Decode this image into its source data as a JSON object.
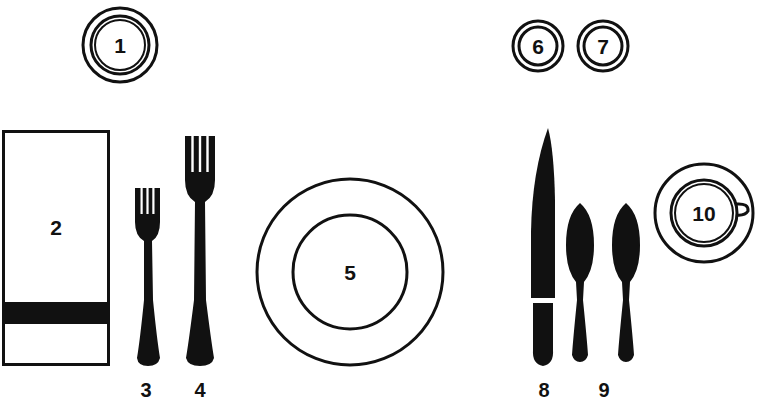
{
  "diagram": {
    "nodes": [
      {
        "text": [
          "1"
        ]
      },
      {
        "text": [
          "6"
        ]
      },
      {
        "text": [
          "7"
        ]
      },
      {
        "text": [
          "2"
        ]
      },
      {
        "text": [
          "5"
        ]
      },
      {
        "text": [
          "10"
        ]
      }
    ],
    "labels": [
      "3",
      "4",
      "8",
      "9"
    ]
  }
}
